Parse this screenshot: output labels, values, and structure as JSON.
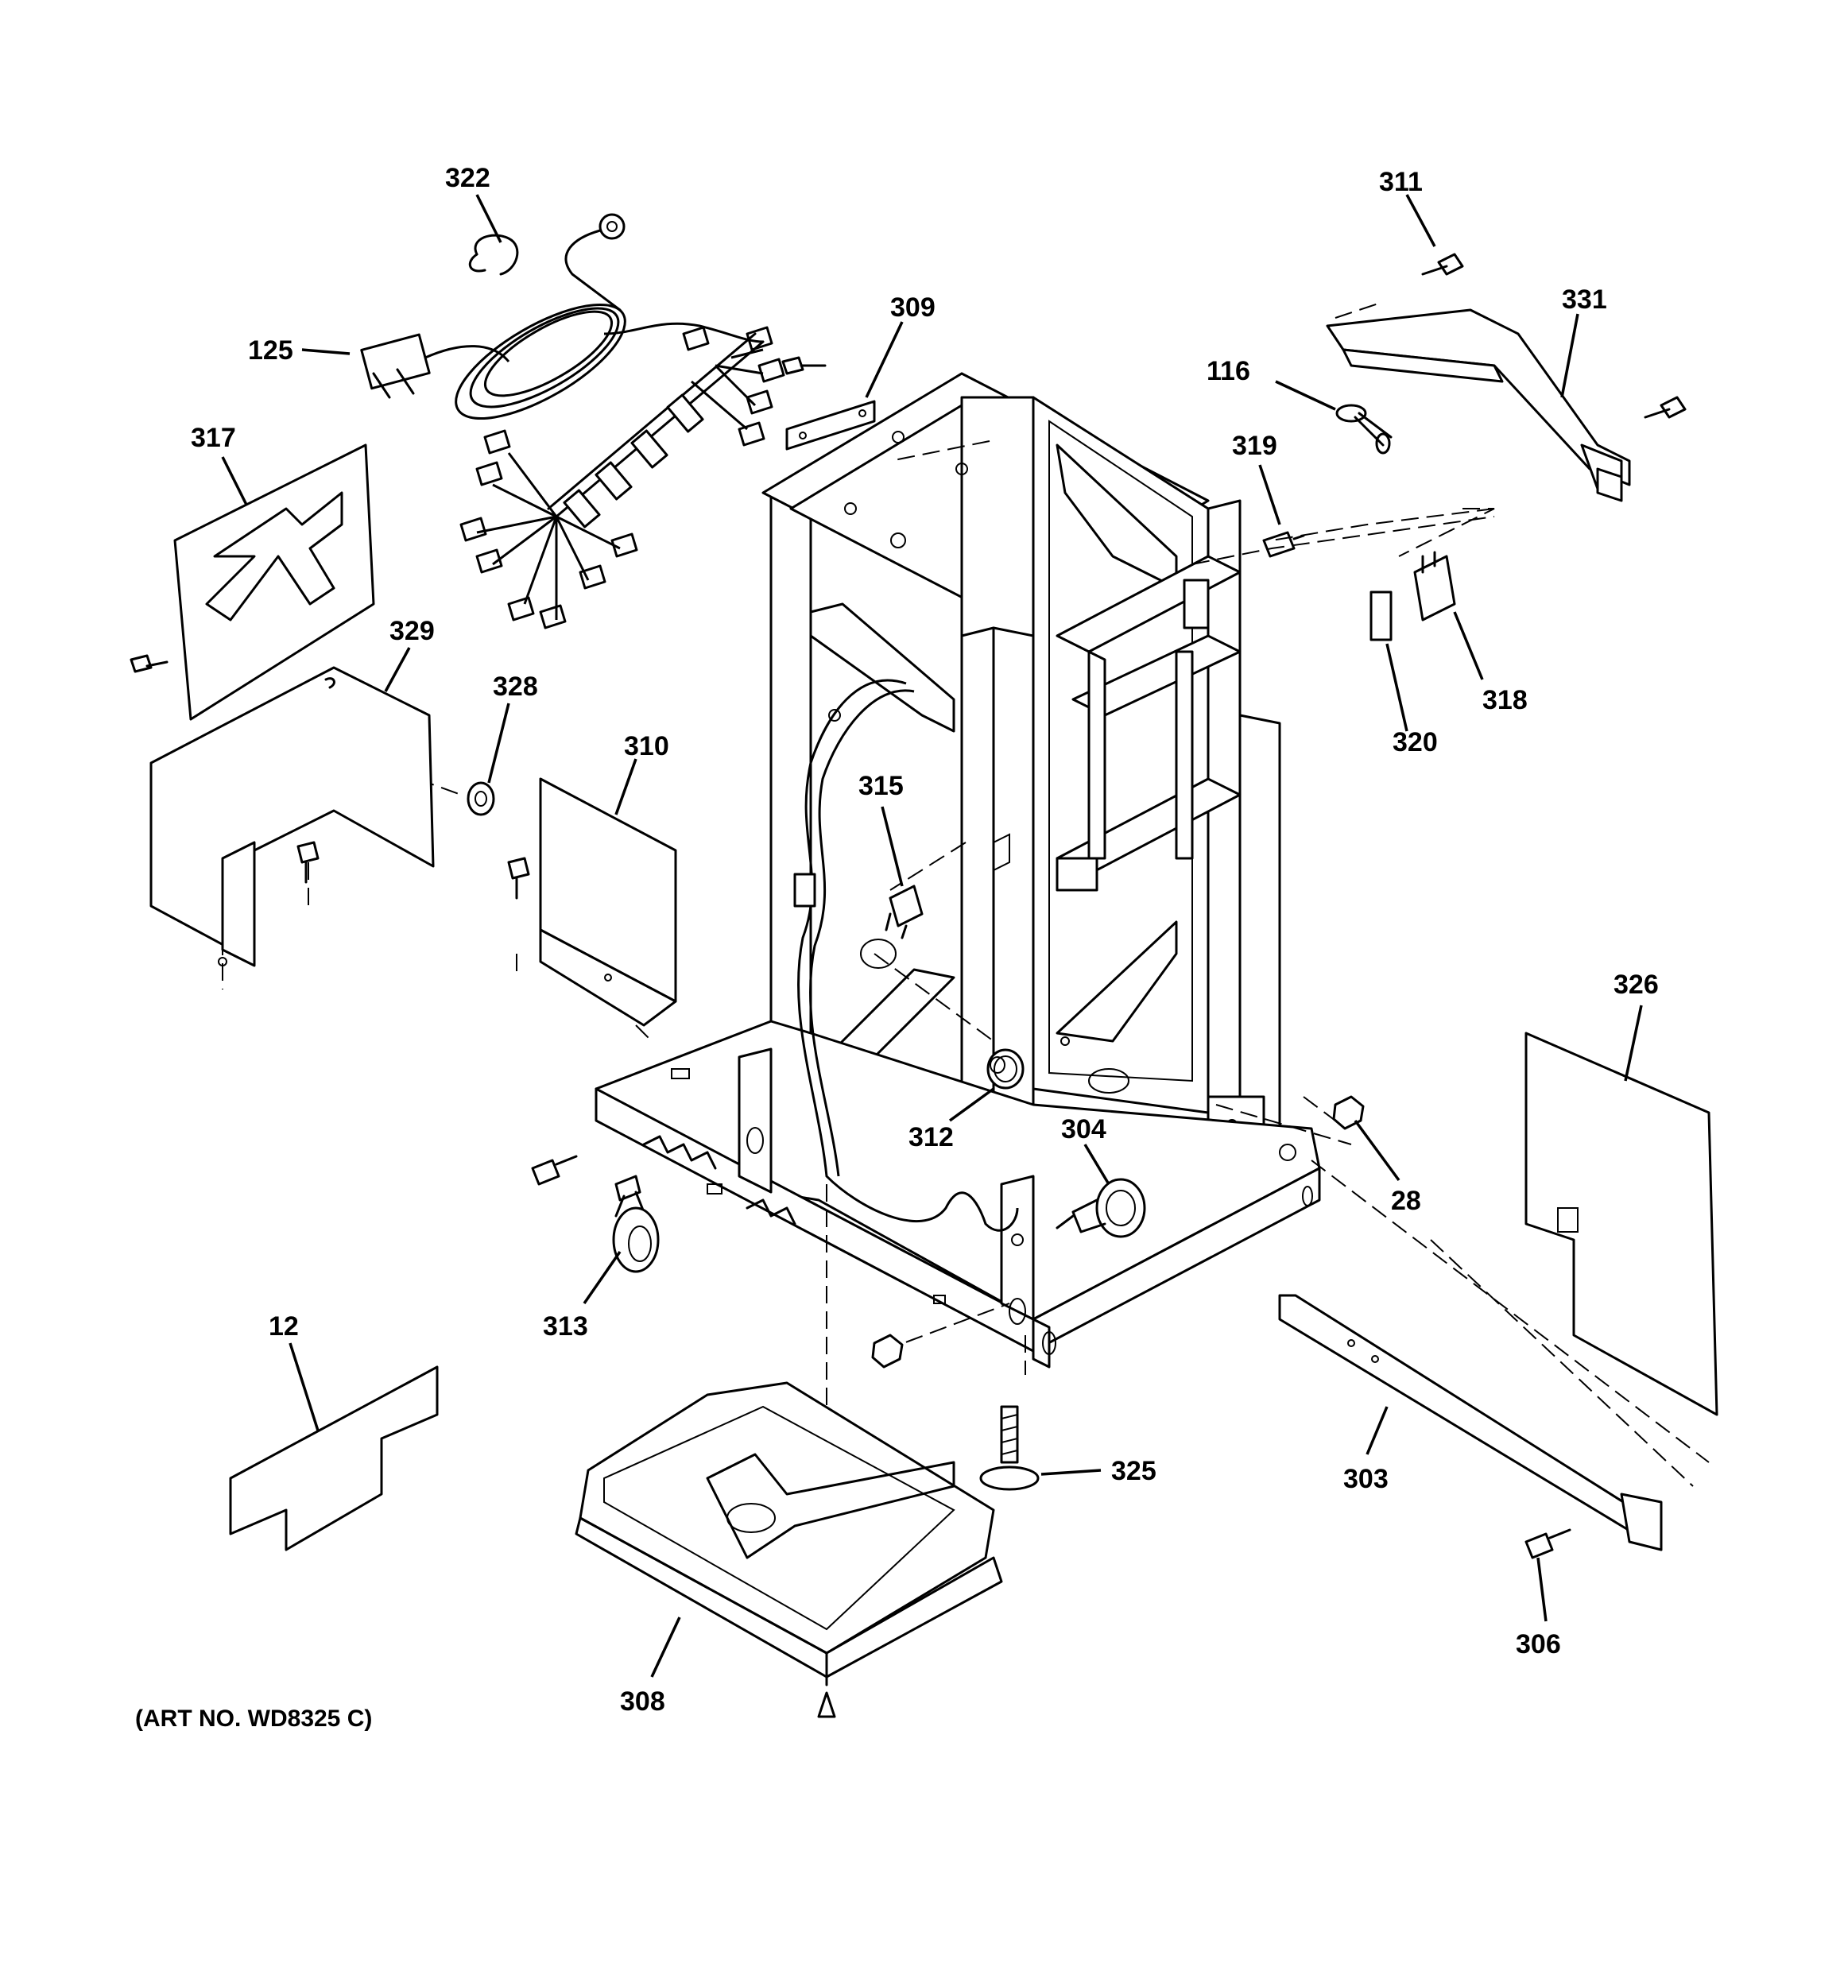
{
  "diagram": {
    "art_number": "(ART NO. WD8325 C)",
    "parts": [
      {
        "id": "322",
        "label": "322"
      },
      {
        "id": "125",
        "label": "125"
      },
      {
        "id": "309",
        "label": "309"
      },
      {
        "id": "311",
        "label": "311"
      },
      {
        "id": "331",
        "label": "331"
      },
      {
        "id": "116",
        "label": "116"
      },
      {
        "id": "319",
        "label": "319"
      },
      {
        "id": "317",
        "label": "317"
      },
      {
        "id": "329",
        "label": "329"
      },
      {
        "id": "328",
        "label": "328"
      },
      {
        "id": "310",
        "label": "310"
      },
      {
        "id": "315",
        "label": "315"
      },
      {
        "id": "318",
        "label": "318"
      },
      {
        "id": "320",
        "label": "320"
      },
      {
        "id": "326",
        "label": "326"
      },
      {
        "id": "312",
        "label": "312"
      },
      {
        "id": "304",
        "label": "304"
      },
      {
        "id": "28",
        "label": "28"
      },
      {
        "id": "313",
        "label": "313"
      },
      {
        "id": "12",
        "label": "12"
      },
      {
        "id": "325",
        "label": "325"
      },
      {
        "id": "303",
        "label": "303"
      },
      {
        "id": "306",
        "label": "306"
      },
      {
        "id": "308",
        "label": "308"
      }
    ]
  }
}
